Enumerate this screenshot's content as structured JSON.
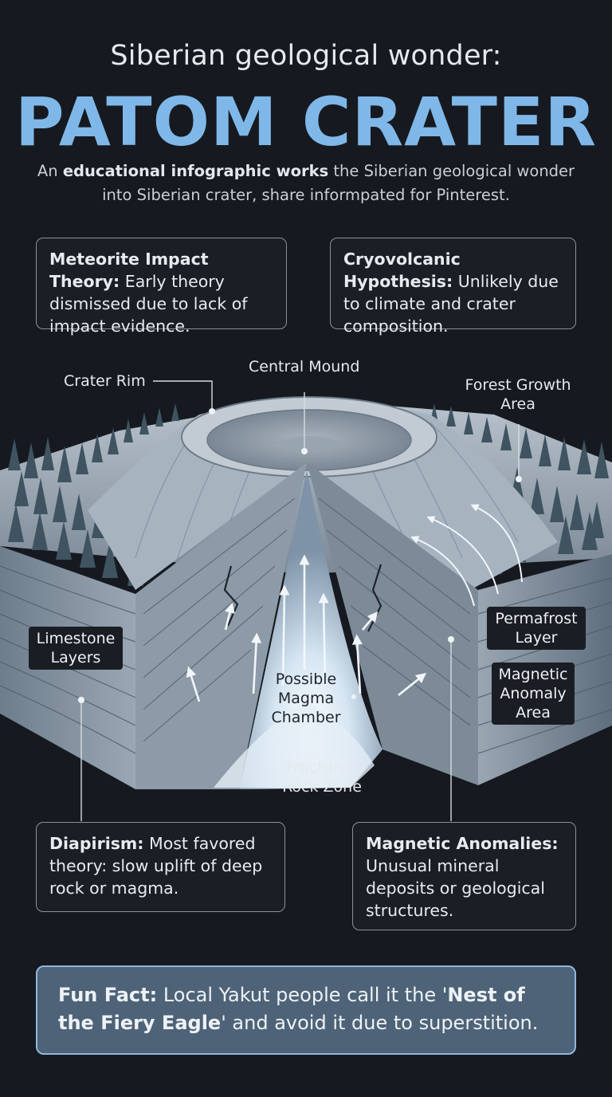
{
  "header": {
    "subtitle": "Siberian geological wonder:",
    "title": "PATOM CRATER",
    "intro_bold": "educational infographic works",
    "intro_pre": "An ",
    "intro_post": " the Siberian geological wonder into Siberian crater, share informpated for Pinterest."
  },
  "theories": {
    "meteor": {
      "label": "Meteorite Impact Theory:",
      "text": "Early theory dismissed due to lack of impact evidence."
    },
    "cryo": {
      "label": "Cryovolcanic Hypothesis:",
      "text": "Unlikely due to climate and crater composition."
    },
    "diapirism": {
      "label": "Diapirism:",
      "text": "Most favored theory: slow uplift of deep rock or magma."
    },
    "magnetic": {
      "label": "Magnetic Anomalies:",
      "text": "Unusual mineral deposits or geological structures."
    }
  },
  "diagram_labels": {
    "crater_rim": "Crater Rim",
    "central_mound": "Central Mound",
    "forest_1": "Forest Growth",
    "forest_2": "Area",
    "limestone_1": "Limestone",
    "limestone_2": "Layers",
    "permafrost_1": "Permafrost",
    "permafrost_2": "Layer",
    "anomaly_1": "Magnetic",
    "anomaly_2": "Anomaly",
    "anomaly_3": "Area",
    "magma_1": "Possible",
    "magma_2": "Magma",
    "magma_3": "Chamber",
    "fractured_1": "Fractured",
    "fractured_2": "Rock Zone"
  },
  "fun_fact": {
    "label": "Fun Fact:",
    "text_a": " Local Yakut people call it the '",
    "bold_a": "Nest of the Fiery Eagle",
    "text_b": "' and avoid it due to superstition."
  },
  "colors": {
    "accent": "#7fb8e8",
    "background": "#161a20",
    "fact_bg": "#4e6378",
    "fact_border": "#8fb7dc"
  }
}
